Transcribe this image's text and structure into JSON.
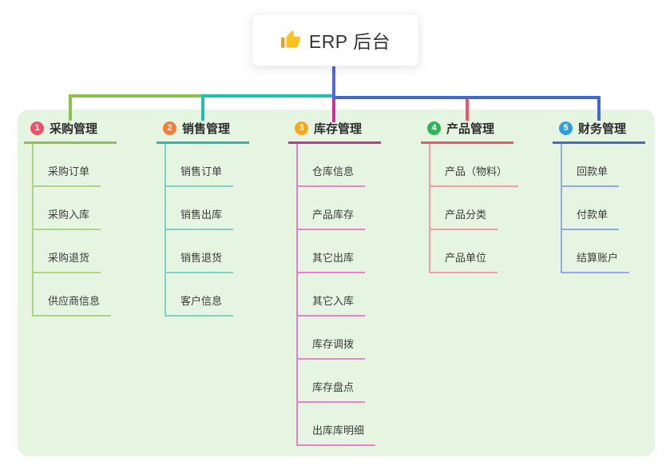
{
  "root": {
    "title": "ERP 后台",
    "icon": "thumbs-up-icon"
  },
  "colors": {
    "panel_bg": "#E6F5E1",
    "root_line": "#5667D6",
    "text": "#333333"
  },
  "branches": [
    {
      "index": "1",
      "label": "采购管理",
      "badge_color": "#F0506E",
      "line_color": "#8CC152",
      "child_line_color": "#AED581",
      "children": [
        "采购订单",
        "采购入库",
        "采购退货",
        "供应商信息"
      ]
    },
    {
      "index": "2",
      "label": "销售管理",
      "badge_color": "#F97B32",
      "line_color": "#20BDB0",
      "child_line_color": "#7FD0C8",
      "children": [
        "销售订单",
        "销售出库",
        "销售退货",
        "客户信息"
      ]
    },
    {
      "index": "3",
      "label": "库存管理",
      "badge_color": "#FAA718",
      "line_color": "#D02F9B",
      "child_line_color": "#EC7FC8",
      "children": [
        "仓库信息",
        "产品库存",
        "其它出库",
        "其它入库",
        "库存调拨",
        "库存盘点",
        "出库库明细"
      ]
    },
    {
      "index": "4",
      "label": "产品管理",
      "badge_color": "#2FB456",
      "line_color": "#F45560",
      "child_line_color": "#F79BA2",
      "children": [
        "产品（物料）",
        "产品分类",
        "产品单位"
      ]
    },
    {
      "index": "5",
      "label": "财务管理",
      "badge_color": "#2D9FE0",
      "line_color": "#4368D1",
      "child_line_color": "#93A9E6",
      "children": [
        "回款单",
        "付款单",
        "结算账户"
      ]
    }
  ]
}
